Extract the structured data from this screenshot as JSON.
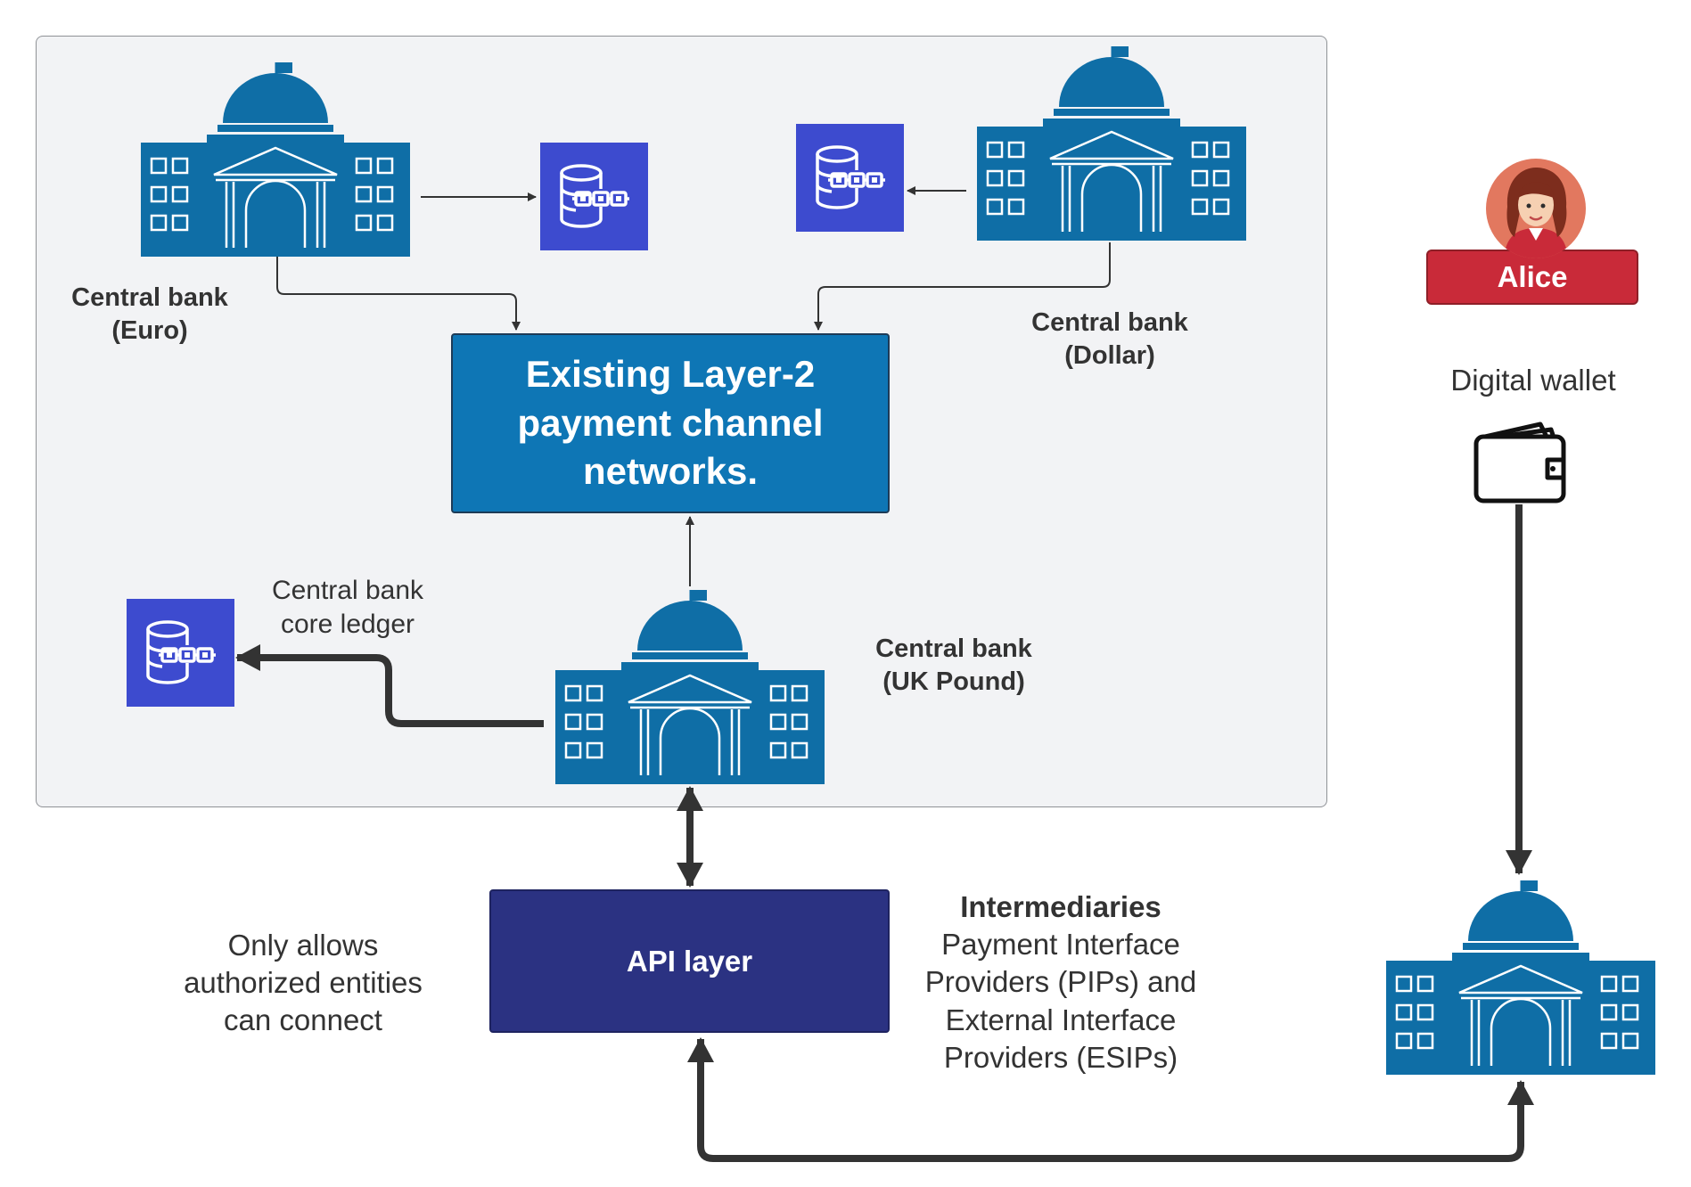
{
  "diagram": {
    "layer2_box": {
      "line1": "Existing Layer-2",
      "line2": "payment channel",
      "line3": "networks."
    },
    "api_box": {
      "label": "API layer"
    },
    "banks": {
      "euro": {
        "line1": "Central bank",
        "line2": "(Euro)"
      },
      "dollar": {
        "line1": "Central bank",
        "line2": "(Dollar)"
      },
      "uk": {
        "line1": "Central bank",
        "line2": "(UK Pound)"
      }
    },
    "core_ledger_label": {
      "line1": "Central bank",
      "line2": "core ledger"
    },
    "alice": {
      "name": "Alice",
      "wallet_label": "Digital wallet"
    },
    "only_allows": {
      "line1": "Only allows",
      "line2": "authorized entities",
      "line3": "can connect"
    },
    "intermediaries": {
      "title": "Intermediaries",
      "line1": "Payment Interface",
      "line2": "Providers (PIPs) and",
      "line3": "External Interface",
      "line4": "Providers (ESIPs)"
    },
    "icons": [
      "bank-building-icon",
      "blockchain-database-icon",
      "wallet-icon",
      "user-avatar-icon"
    ],
    "colors": {
      "bank_blue": "#0f6ea6",
      "layer2_blue": "#0e76b5",
      "api_navy": "#2b3282",
      "ledger_blue": "#3d4bcf",
      "alice_red": "#c92a39",
      "group_bg": "#f2f3f5",
      "connector": "#333333"
    }
  }
}
